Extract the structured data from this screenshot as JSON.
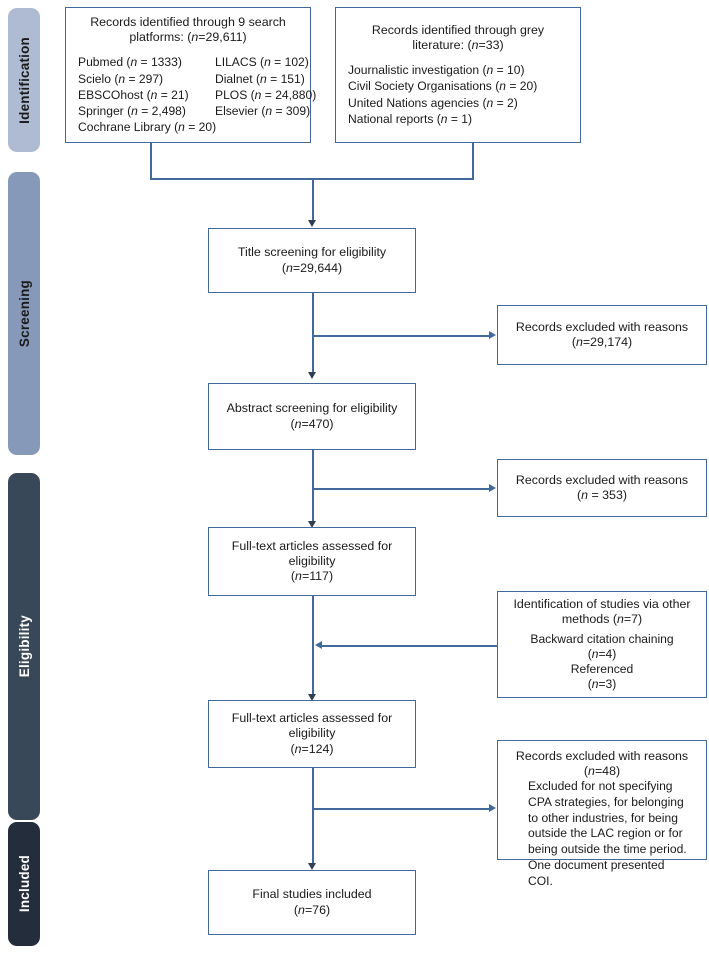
{
  "diagram": {
    "title": "PRISMA flow diagram",
    "colors": {
      "box_border": "#41699c",
      "connector": "#41699c",
      "arrow_head": "#2f3f54",
      "stage_identification": "#aebbd2",
      "stage_screening": "#8699b8",
      "stage_eligibility": "#394859",
      "stage_included": "#232d3c",
      "stage_text_light": "#ffffff",
      "stage_text_dark": "#1a1a1a"
    }
  },
  "stages": [
    {
      "id": "identification",
      "label": "Identification",
      "fill": "#aebbd2",
      "text_color": "#1a1a1a"
    },
    {
      "id": "screening",
      "label": "Screening",
      "fill": "#8699b8",
      "text_color": "#1a1a1a"
    },
    {
      "id": "eligibility",
      "label": "Eligibility",
      "fill": "#394859",
      "text_color": "#ffffff"
    },
    {
      "id": "included",
      "label": "Included",
      "fill": "#232d3c",
      "text_color": "#ffffff"
    }
  ],
  "boxes": {
    "databases": {
      "head_line1": "Records identified through 9 search",
      "head_line2": "platforms: (",
      "head_n_italic": "n",
      "head_n_value": "=29,611)",
      "sources": [
        {
          "name": "Pubmed",
          "n": " = 1333"
        },
        {
          "name": "LILACS",
          "n": " = 102"
        },
        {
          "name": "Scielo",
          "n": " = 297"
        },
        {
          "name": "Dialnet",
          "n": " = 151"
        },
        {
          "name": "EBSCOhost",
          "n": " = 21"
        },
        {
          "name": "PLOS",
          "n": " = 24,880"
        },
        {
          "name": "Springer",
          "n": " = 2,498"
        },
        {
          "name": "Elsevier",
          "n": " = 309"
        }
      ],
      "source_last": {
        "name": "Cochrane Library",
        "n": " = 20"
      }
    },
    "grey": {
      "head_line1": "Records identified through grey",
      "head_line2": "literature: (",
      "head_n_italic": "n",
      "head_n_value": "=33)",
      "sources": [
        {
          "name": "Journalistic investigation",
          "n": " = 10"
        },
        {
          "name": "Civil Society Organisations",
          "n": " = 20"
        },
        {
          "name": "United Nations agencies",
          "n": " = 2"
        },
        {
          "name": "National reports",
          "n": " = 1"
        }
      ]
    },
    "title_screening": {
      "head": "Title screening for eligibility",
      "n_italic": "n",
      "n_value": "=29,644"
    },
    "excluded_title": {
      "head": "Records excluded with reasons",
      "n_italic": "n",
      "n_value": "=29,174"
    },
    "abstract_screening": {
      "head": "Abstract screening for eligibility",
      "n_italic": "n",
      "n_value": "=470"
    },
    "excluded_abstract": {
      "head": "Records excluded with reasons",
      "n_italic": "n",
      "n_value": " = 353"
    },
    "fulltext_117": {
      "head_line1": "Full-text articles assessed for",
      "head_line2": "eligibility",
      "n_italic": "n",
      "n_value": "=117"
    },
    "other_methods": {
      "head_line1": "Identification of studies via other",
      "head_line2": "methods (",
      "head_n_italic": "n",
      "head_n_value": "=7)",
      "item1_label": "Backward citation chaining",
      "item1_n_italic": "n",
      "item1_n_value": "=4",
      "item2_label": "Referenced",
      "item2_n_italic": "n",
      "item2_n_value": "=3"
    },
    "fulltext_124": {
      "head_line1": "Full-text articles assessed for",
      "head_line2": "eligibility",
      "n_italic": "n",
      "n_value": "=124"
    },
    "excluded_fulltext": {
      "head": "Records excluded with reasons",
      "n_italic": "n",
      "n_value": "=48",
      "reasons": "Excluded for not specifying CPA strategies, for belonging to other industries, for being outside the LAC region or for being outside the time period. One document presented COI."
    },
    "final": {
      "head": "Final studies included",
      "n_italic": "n",
      "n_value": "=76"
    }
  }
}
